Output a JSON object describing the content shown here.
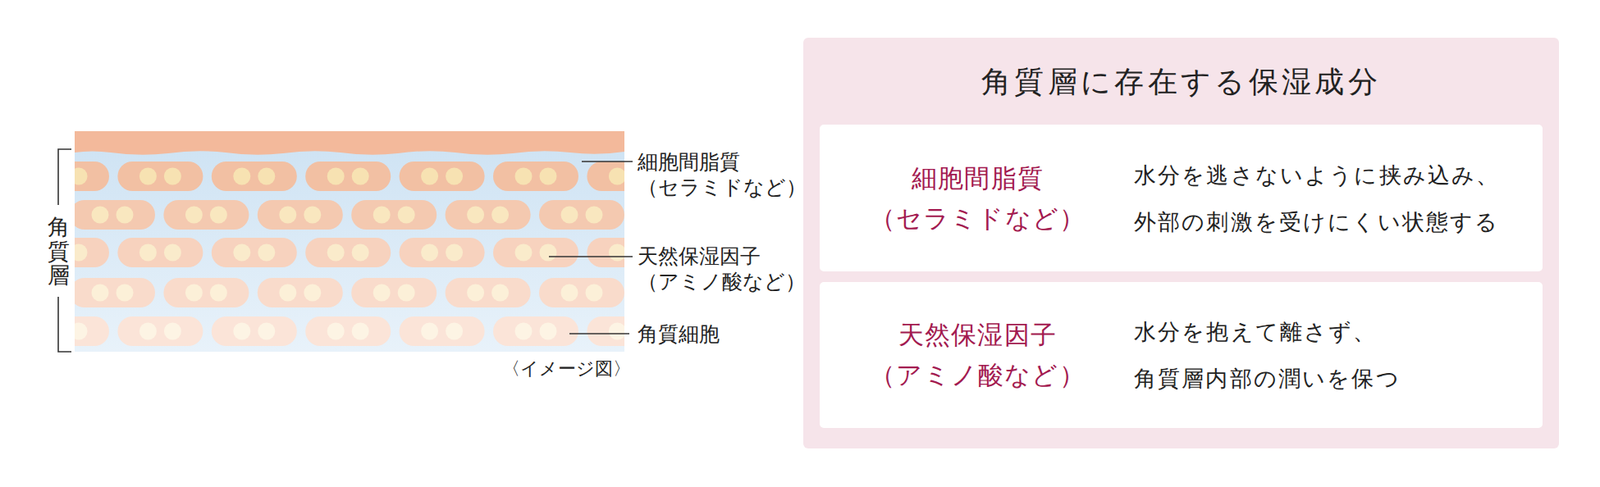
{
  "diagram": {
    "nodes": [
      {
        "text": [
          "角質層に存在する保湿成分"
        ]
      },
      {
        "text": [
          "細胞間脂質 （セラミドなど）",
          "水分を逃さないように挟み込み、 外部の刺激を受けにくい状態する"
        ],
        "in": 0
      },
      {
        "text": [
          "天然保湿因子 （アミノ酸など）",
          "水分を抱えて離さず、 角質層内部の潤いを保つ"
        ],
        "in": 0
      }
    ],
    "labels": [
      "細胞間脂質 （セラミドなど）",
      "天然保湿因子 （アミノ酸など）",
      "角質細胞",
      "角質層",
      "〈イメージ図〉"
    ]
  }
}
